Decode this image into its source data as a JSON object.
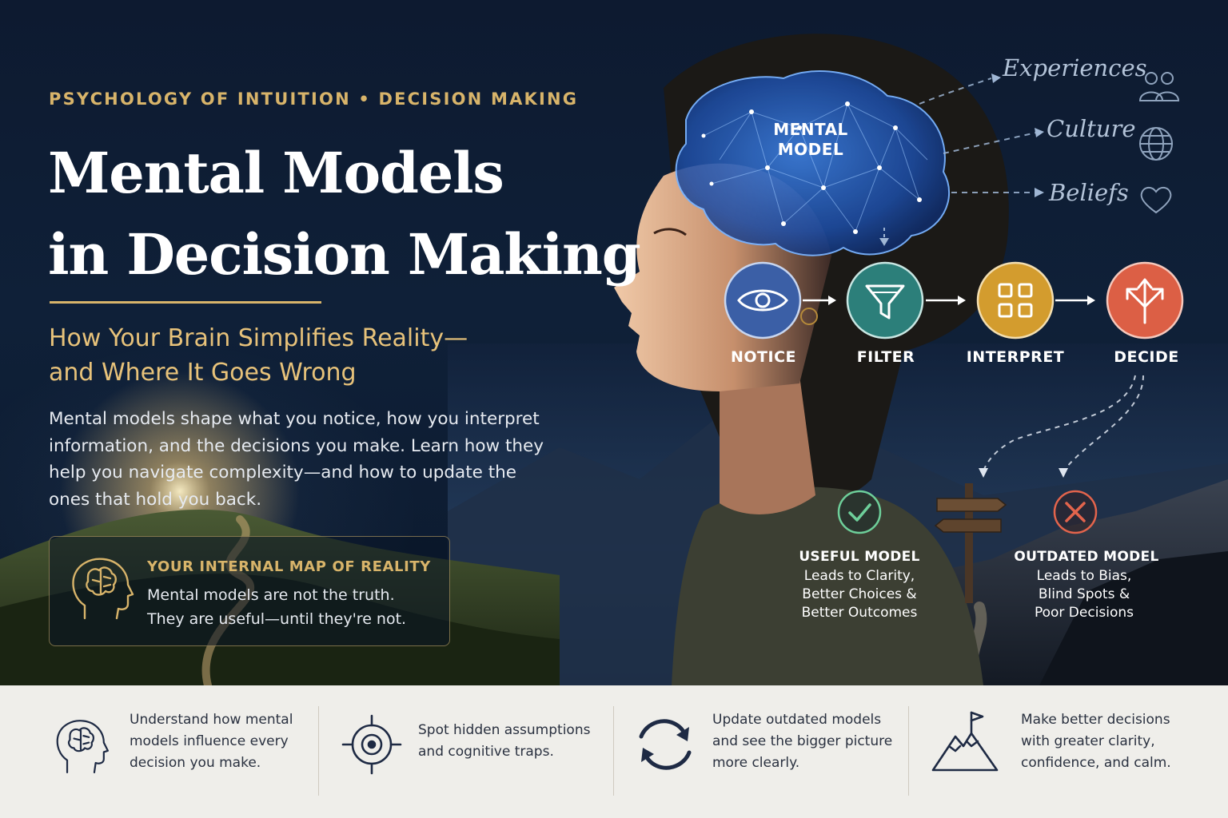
{
  "header": {
    "kicker": "PSYCHOLOGY OF INTUITION  •  DECISION MAKING",
    "title_line1": "Mental Models",
    "title_line2": "in Decision Making",
    "subtitle_line1": "How Your Brain Simplifies Reality—",
    "subtitle_line2": "and Where It Goes Wrong",
    "description": "Mental models shape what you notice, how you interpret information, and the decisions you make. Learn how they help you navigate complexity—and how to update the ones that hold you back."
  },
  "info_box": {
    "icon": "head-brain-icon",
    "title": "YOUR INTERNAL MAP OF REALITY",
    "body_line1": "Mental models are not the truth.",
    "body_line2": "They are useful—until they're not."
  },
  "brain": {
    "label_line1": "MENTAL",
    "label_line2": "MODEL"
  },
  "influences": [
    {
      "label": "Experiences",
      "icon": "people-icon"
    },
    {
      "label": "Culture",
      "icon": "globe-icon"
    },
    {
      "label": "Beliefs",
      "icon": "heart-icon"
    }
  ],
  "steps": [
    {
      "label": "NOTICE",
      "icon": "eye-icon",
      "color": "#3b5fa6"
    },
    {
      "label": "FILTER",
      "icon": "funnel-icon",
      "color": "#2c7f7a"
    },
    {
      "label": "INTERPRET",
      "icon": "grid-icon",
      "color": "#d39c2e"
    },
    {
      "label": "DECIDE",
      "icon": "split-arrows-icon",
      "color": "#dc5f45"
    }
  ],
  "outcomes": {
    "useful": {
      "title": "USEFUL MODEL",
      "body_line1": "Leads to Clarity,",
      "body_line2": "Better Choices &",
      "body_line3": "Better Outcomes",
      "icon": "check-icon",
      "color": "#6ecf9a"
    },
    "outdated": {
      "title": "OUTDATED MODEL",
      "body_line1": "Leads to Bias,",
      "body_line2": "Blind Spots &",
      "body_line3": "Poor Decisions",
      "icon": "x-icon",
      "color": "#e3644c"
    }
  },
  "footer": [
    {
      "icon": "head-brain-icon",
      "line1": "Understand how mental",
      "line2": "models influence every",
      "line3": "decision you make."
    },
    {
      "icon": "target-icon",
      "line1": "Spot hidden assumptions",
      "line2": "and cognitive traps.",
      "line3": ""
    },
    {
      "icon": "refresh-icon",
      "line1": "Update outdated models",
      "line2": "and see the bigger picture",
      "line3": "more clearly."
    },
    {
      "icon": "mountain-flag-icon",
      "line1": "Make better decisions",
      "line2": "with greater clarity,",
      "line3": "confidence, and calm."
    }
  ],
  "colors": {
    "gold": "#d8b46a",
    "navy": "#0f2038",
    "footer_bg": "#efeeea"
  }
}
